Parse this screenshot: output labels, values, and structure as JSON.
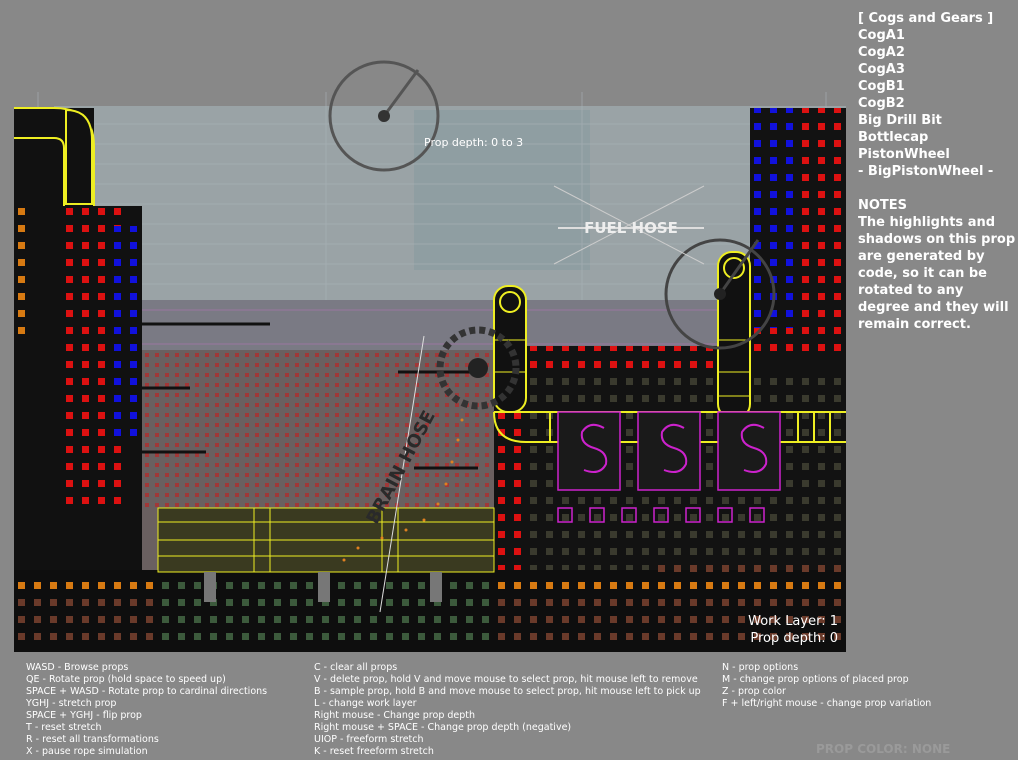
{
  "prop_category": {
    "header": "[ Cogs and Gears ]",
    "items": [
      "CogA1",
      "CogA2",
      "CogA3",
      "CogB1",
      "CogB2",
      "Big Drill Bit",
      "Bottlecap",
      "PistonWheel",
      "- BigPistonWheel -"
    ]
  },
  "notes": {
    "header": "NOTES",
    "text": "The highlights and shadows on this prop are generated by code, so it can be rotated to any degree and they will remain correct."
  },
  "viewport": {
    "prop_depth_hint": "Prop depth: 0 to 3",
    "fuel_hose_label": "FUEL HOSE",
    "brain_hose_label": "BRAIN HOSE",
    "work_layer": "Work Layer: 1",
    "prop_depth": "Prop depth: 0"
  },
  "help": {
    "col1": [
      "WASD - Browse props",
      "QE - Rotate prop (hold space to speed up)",
      "SPACE + WASD - Rotate prop to cardinal directions",
      "YGHJ - stretch prop",
      "SPACE + YGHJ - flip prop",
      "T - reset stretch",
      "R - reset all transformations",
      "X - pause rope simulation"
    ],
    "col2": [
      "C - clear all props",
      "V - delete prop, hold V and move mouse to select prop, hit mouse left to remove",
      "B - sample prop, hold B and move mouse to select prop, hit mouse left to pick up",
      "L - change work layer",
      "Right mouse - Change prop depth",
      "Right mouse + SPACE  - Change prop depth (negative)",
      "UIOP - freeform stretch",
      "K - reset freeform stretch"
    ],
    "col3": [
      "N - prop options",
      "M - change prop options of placed prop",
      "Z - prop color",
      "F + left/right mouse - change prop variation"
    ]
  },
  "prop_color": "PROP COLOR: NONE",
  "colors": {
    "background": "#888888",
    "tile_red": "#dd1111",
    "tile_blue": "#1111dd",
    "pipe_yellow": "#eeee22",
    "socket_purple": "#cc22cc"
  }
}
